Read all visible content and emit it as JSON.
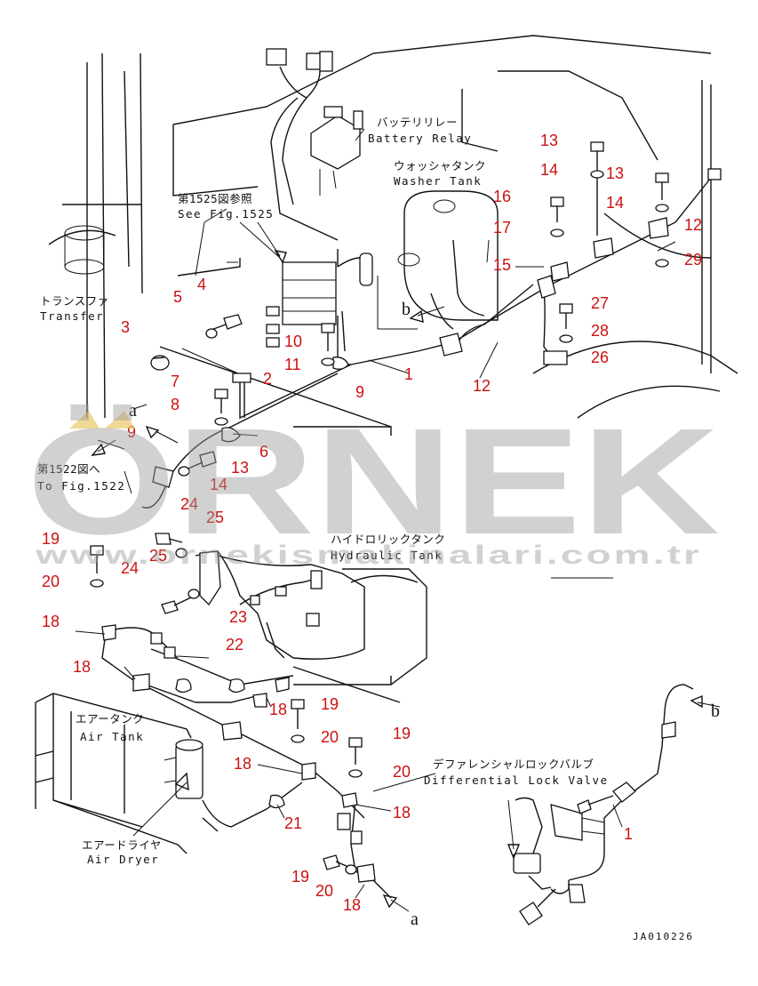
{
  "labels": {
    "battery_relay_jp": "バッテリリレー",
    "battery_relay_en": "Battery Relay",
    "washer_tank_jp": "ウォッシャタンク",
    "washer_tank_en": "Washer Tank",
    "see_fig_jp": "第1525図参照",
    "see_fig_en": "See Fig.1525",
    "transfer_jp": "トランスファ",
    "transfer_en": "Transfer",
    "to_fig_jp": "第1522図へ",
    "to_fig_en": "To Fig.1522",
    "hydraulic_tank_jp": "ハイドロリックタンク",
    "hydraulic_tank_en": "Hydraulic Tank",
    "air_tank_jp": "エアータンク",
    "air_tank_en": "Air Tank",
    "air_dryer_jp": "エアードライヤ",
    "air_dryer_en": "Air Dryer",
    "diff_lock_jp": "デファレンシャルロックバルブ",
    "diff_lock_en": "Differential Lock Valve"
  },
  "letters": {
    "a_top": "a",
    "a_bottom": "a",
    "b_left": "b",
    "b_right": "b"
  },
  "drawing_code": "JA010226",
  "watermark": {
    "brand": "ÖRNEK",
    "url": "www.ornekismakinalari.com.tr"
  },
  "callouts": {
    "c1a": "13",
    "c2a": "14",
    "c3a": "13",
    "c4a": "14",
    "c5a": "16",
    "c6a": "12",
    "c7a": "17",
    "c8a": "15",
    "c9a": "29",
    "c10a": "4",
    "c11a": "5",
    "c12a": "27",
    "c13a": "28",
    "c14a": "3",
    "c15a": "10",
    "c16a": "26",
    "c17a": "11",
    "c18a": "1",
    "c19a": "12",
    "c20a": "7",
    "c21a": "2",
    "c22a": "9",
    "c23a": "8",
    "c24a": "9",
    "c25a": "6",
    "c26a": "13",
    "c27a": "14",
    "c28a": "24",
    "c29a": "25",
    "c30a": "19",
    "c31a": "25",
    "c32a": "24",
    "c33a": "20",
    "c34a": "23",
    "c35a": "18",
    "c36a": "22",
    "c37a": "18",
    "c38a": "19",
    "c39a": "18",
    "c40a": "20",
    "c41a": "19",
    "c42a": "18",
    "c43a": "20",
    "c44a": "21",
    "c45a": "18",
    "c46a": "1",
    "c47a": "19",
    "c48a": "20",
    "c49a": "18"
  }
}
